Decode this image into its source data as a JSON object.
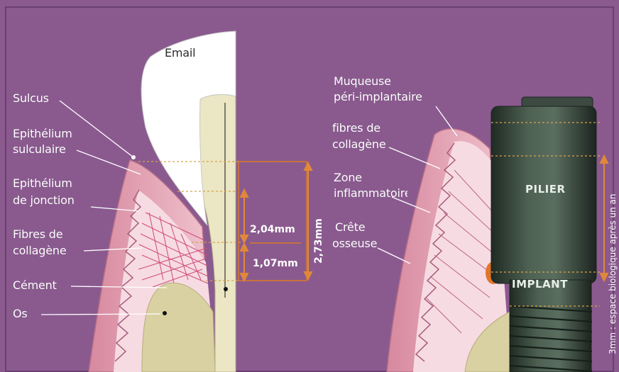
{
  "tooth": {
    "email": "Email",
    "sulcus": "Sulcus",
    "epithelium_sulculaire": [
      "Epithélium",
      "sulculaire"
    ],
    "epithelium_jonction": [
      "Epithélium",
      "de jonction"
    ],
    "fibres": [
      "Fibres de",
      "collagène"
    ],
    "cement": "Cément",
    "os": "Os"
  },
  "measurements": {
    "m1": "2,04mm",
    "m2": "1,07mm",
    "m3": "2,73mm"
  },
  "implant": {
    "muqueuse": [
      "Muqueuse",
      "péri-implantaire"
    ],
    "fibres": [
      "fibres de",
      "collagène"
    ],
    "zone": [
      "Zone",
      "inflammatoire"
    ],
    "crete": [
      "Crête",
      "osseuse"
    ],
    "pilier": "PILIER",
    "implant": "IMPLANT",
    "vertical_note": "3mm : espace biologique après un an"
  },
  "colors": {
    "background": "#8a5a8f",
    "gum": "#e6a1b5",
    "enamel": "#ffffff",
    "dentin": "#ebe6c4",
    "bone": "#d9d1a2",
    "implant": "#3f4f45",
    "measure_line": "#d8772a",
    "inflammation": "#e0762a"
  }
}
